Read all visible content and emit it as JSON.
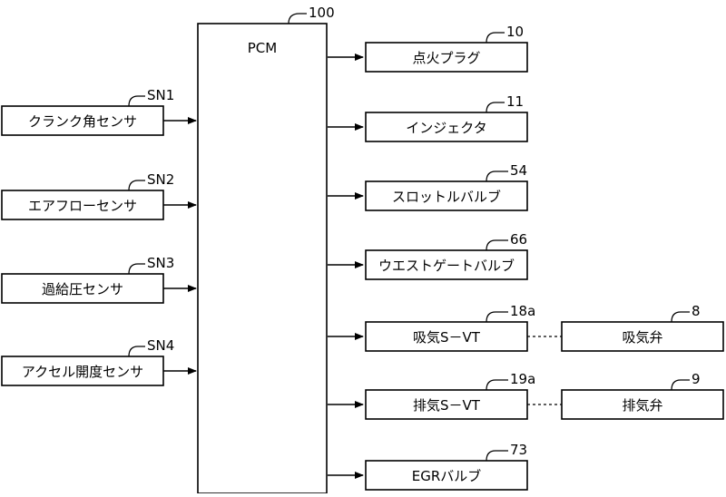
{
  "pcm": {
    "label": "PCM",
    "ref": "100"
  },
  "sensors": [
    {
      "label": "クランク角センサ",
      "ref": "SN1"
    },
    {
      "label": "エアフローセンサ",
      "ref": "SN2"
    },
    {
      "label": "過給圧センサ",
      "ref": "SN3"
    },
    {
      "label": "アクセル開度センサ",
      "ref": "SN4"
    }
  ],
  "outputs": [
    {
      "label": "点火プラグ",
      "ref": "10"
    },
    {
      "label": "インジェクタ",
      "ref": "11"
    },
    {
      "label": "スロットルバルブ",
      "ref": "54"
    },
    {
      "label": "ウエストゲートバルブ",
      "ref": "66"
    },
    {
      "label": "吸気S－VT",
      "ref": "18a"
    },
    {
      "label": "排気S－VT",
      "ref": "19a"
    },
    {
      "label": "EGRバルブ",
      "ref": "73"
    }
  ],
  "valves": [
    {
      "label": "吸気弁",
      "ref": "8"
    },
    {
      "label": "排気弁",
      "ref": "9"
    }
  ]
}
